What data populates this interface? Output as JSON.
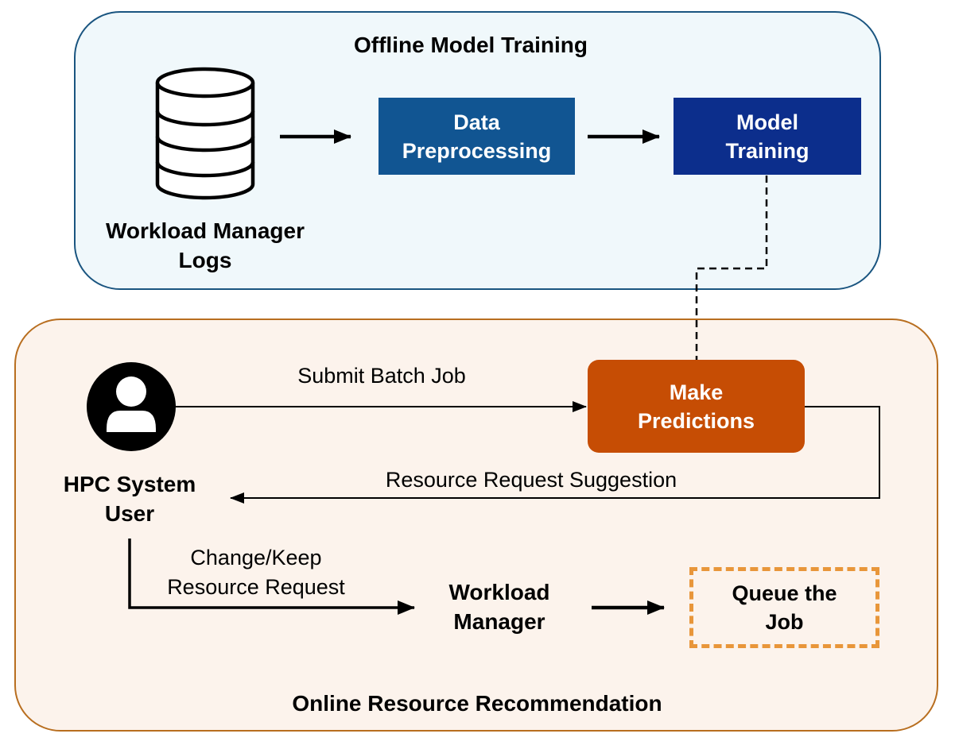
{
  "offline": {
    "title": "Offline Model Training",
    "source_line1": "Workload Manager",
    "source_line2": "Logs",
    "preprocess_line1": "Data",
    "preprocess_line2": "Preprocessing",
    "training_line1": "Model",
    "training_line2": "Training"
  },
  "online": {
    "title": "Online Resource Recommendation",
    "user_line1": "HPC System",
    "user_line2": "User",
    "predict_line1": "Make",
    "predict_line2": "Predictions",
    "submit_label": "Submit Batch Job",
    "suggestion_label": "Resource Request Suggestion",
    "change_line1": "Change/Keep",
    "change_line2": "Resource Request",
    "manager_line1": "Workload",
    "manager_line2": "Manager",
    "queue_line1": "Queue the",
    "queue_line2": "Job"
  },
  "colors": {
    "offline_bg": "#f0f8fb",
    "offline_border": "#1a5580",
    "online_bg": "#fcf3ec",
    "online_border": "#b86e1f",
    "preprocess_fill": "#115592",
    "training_fill": "#0c2e8c",
    "predict_fill": "#c64d04",
    "queue_border": "#e8963a"
  },
  "icons": [
    "database-icon",
    "user-icon"
  ]
}
